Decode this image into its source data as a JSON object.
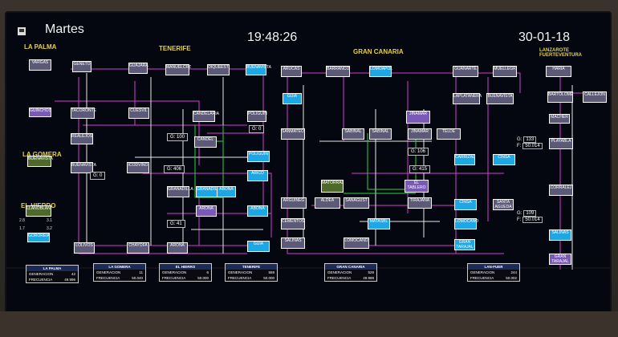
{
  "header": {
    "day": "Martes",
    "time": "19:48:26",
    "date": "30-01-18"
  },
  "regions": {
    "tenerife": "TENERIFE",
    "gran_canaria": "GRAN CANARIA",
    "lanzarote": "LANZAROTE\nFUERTEVENTURA",
    "la_palma": "LA PALMA",
    "la_gomera": "LA GOMERA",
    "el_hierro": "EL HIERRO"
  },
  "generation_boxes": {
    "g1": "G: 100",
    "g2": "G: 406",
    "g3": "G: 0",
    "g4": "G: 41",
    "g5": "G: 0",
    "g6": "G: 106",
    "g7": "G: 415"
  },
  "freq_boxes": {
    "lz1_g": "133",
    "lz1_f": "50.014",
    "lz2_g": "109",
    "lz2_f": "50.014"
  },
  "freq_labels": {
    "g": "G:",
    "f": "F:"
  },
  "nodes": {
    "vargas_lp": "VARGAS",
    "guinchos": "GUINCHOS",
    "geneto": "GENETO",
    "guajara": "GUAJARA",
    "manuel": "MANUELCRZ",
    "dique": "DIQUEEST",
    "buenavista": "BUENAVISTA",
    "tacoronte": "TACORONTE",
    "cuesta": "CUESVIL",
    "realejos": "REALEJOS",
    "candelaria": "CANDELARIA",
    "icod": "ICODVINO",
    "granadilla": "GRANADILLA",
    "arico": "ARICO",
    "porisa": "POLIGUIN",
    "olivos": "LOLIVOS",
    "chayofa": "CHAYOFA",
    "arona": "ARONA",
    "abona": "ABONA",
    "candel2": "CANDEL",
    "arucas": "ARUCAS",
    "barranco": "BARRANCO",
    "lomo": "LOMOAPOL",
    "guia": "GUIA",
    "jinamar": "JINAMAR",
    "sabinal": "SABINAL",
    "sabinal2": "SABINAL",
    "sanmateo": "SANMATEO",
    "cinsa": "CINSA",
    "telde": "TELDE",
    "carrizal": "CARRIZAL",
    "sanagustin": "SANAGUST",
    "tirajana": "TIRAJANA",
    "arguineg": "ARGUINEG",
    "cementos": "CEMENTOS",
    "aldea": "ALDEA",
    "santa": "SANTA AGUEDA",
    "lomocano": "LOMOCANO",
    "matorral": "MATORRAL",
    "elmatorral": "EL TABLERO",
    "guanarteme": "GUANARTE",
    "muelle": "MUELLEGR",
    "laplatanera": "LAPLATANERA",
    "buenavista2": "BUENAVISTA",
    "haria": "HARIA",
    "bartolome": "BARTOLOME",
    "callejones": "CALLEJON",
    "macher": "MACHER",
    "playa": "PLAYABLA",
    "corralejo": "CORRALEJ",
    "salinas": "SALINAS",
    "matas": "MATASBL",
    "gran_tarajal": "GRAN TARAJAL",
    "hierro_g": "LLANOBLAN",
    "hierro_gr": "GOROREIA"
  },
  "summaries": [
    {
      "title": "LA PALMA",
      "gen_label": "GENERACION",
      "gen": "42",
      "freq_label": "FRECUENCIA",
      "freq": "49.996"
    },
    {
      "title": "LA GOMERA",
      "gen_label": "GENERACION",
      "gen": "11",
      "freq_label": "FRECUENCIA",
      "freq": "50.040"
    },
    {
      "title": "EL HIERRO",
      "gen_label": "GENERACION",
      "gen": "6",
      "freq_label": "FRECUENCIA",
      "freq": "50.000"
    },
    {
      "title": "TENERIFE",
      "gen_label": "GENERACION",
      "gen": "559",
      "freq_label": "FRECUENCIA",
      "freq": "50.000"
    },
    {
      "title": "GRAN CANARIA",
      "gen_label": "GENERACION",
      "gen": "529",
      "freq_label": "FRECUENCIA",
      "freq": "49.988"
    },
    {
      "title": "LAN-FUER",
      "gen_label": "GENERACION",
      "gen": "244",
      "freq_label": "FRECUENCIA",
      "freq": "50.002"
    }
  ],
  "hierro_values": {
    "a": "2.8",
    "b": "3.1",
    "c": "1.7",
    "d": "3.2"
  },
  "colors": {
    "line_magenta": "#d23cd2",
    "line_white": "#e8e8e8",
    "line_green": "#2fd24a",
    "node_cyan": "#1ea7e6",
    "node_gray": "#5c5a78"
  }
}
